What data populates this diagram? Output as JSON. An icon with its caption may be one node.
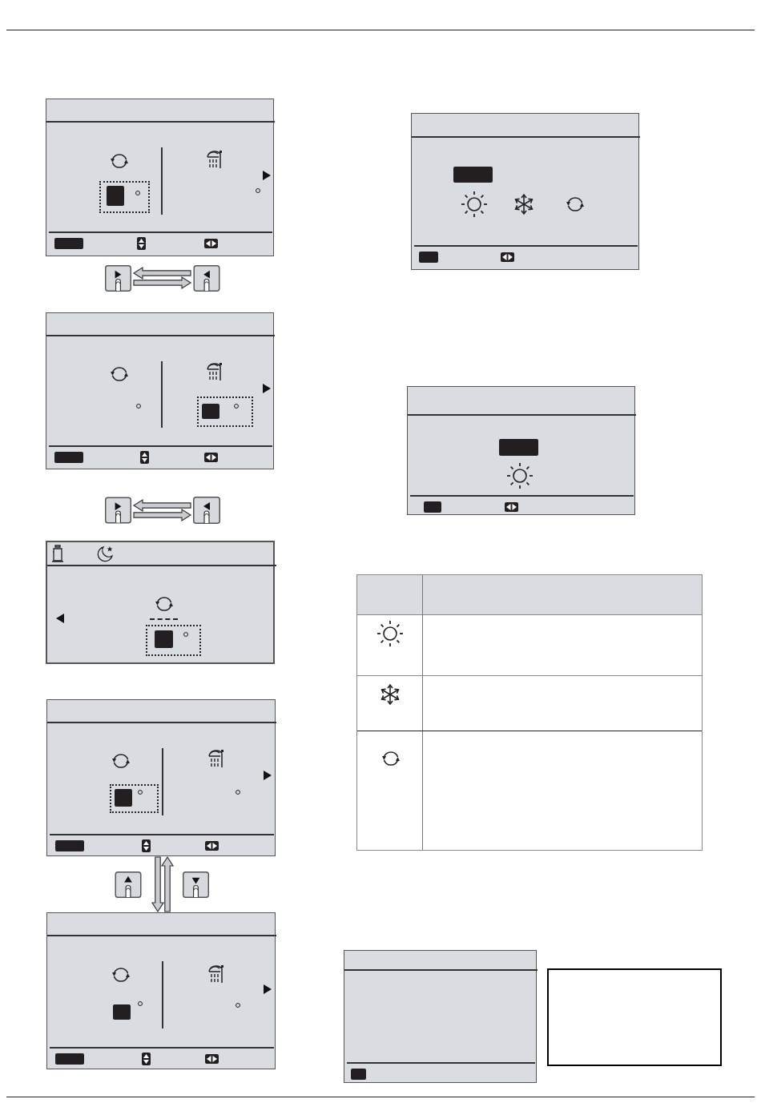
{
  "diagram": {
    "nodes": [
      {
        "text": [],
        "shape": "screen"
      },
      {
        "text": [],
        "shape": "button"
      },
      {
        "text": [],
        "shape": "button"
      },
      {
        "text": [],
        "shape": "screen"
      },
      {
        "text": [],
        "shape": "button"
      },
      {
        "text": [],
        "shape": "button"
      },
      {
        "text": [],
        "shape": "screen"
      },
      {
        "text": [],
        "shape": "screen"
      },
      {
        "text": [],
        "shape": "button"
      },
      {
        "text": [],
        "shape": "button"
      },
      {
        "text": [],
        "shape": "screen"
      },
      {
        "text": [],
        "shape": "screen"
      },
      {
        "text": [],
        "shape": "screen"
      },
      {
        "text": [],
        "shape": "screen"
      },
      {
        "text": [],
        "shape": "box"
      }
    ],
    "edges": [
      {
        "from": 2,
        "to": 1,
        "arrow": "to"
      },
      {
        "from": 1,
        "to": 2,
        "arrow": "to"
      },
      {
        "from": 5,
        "to": 4,
        "arrow": "to"
      },
      {
        "from": 4,
        "to": 5,
        "arrow": "to"
      },
      {
        "from": 7,
        "to": 10,
        "arrow": "to"
      },
      {
        "from": 10,
        "to": 7,
        "arrow": "to"
      }
    ]
  }
}
